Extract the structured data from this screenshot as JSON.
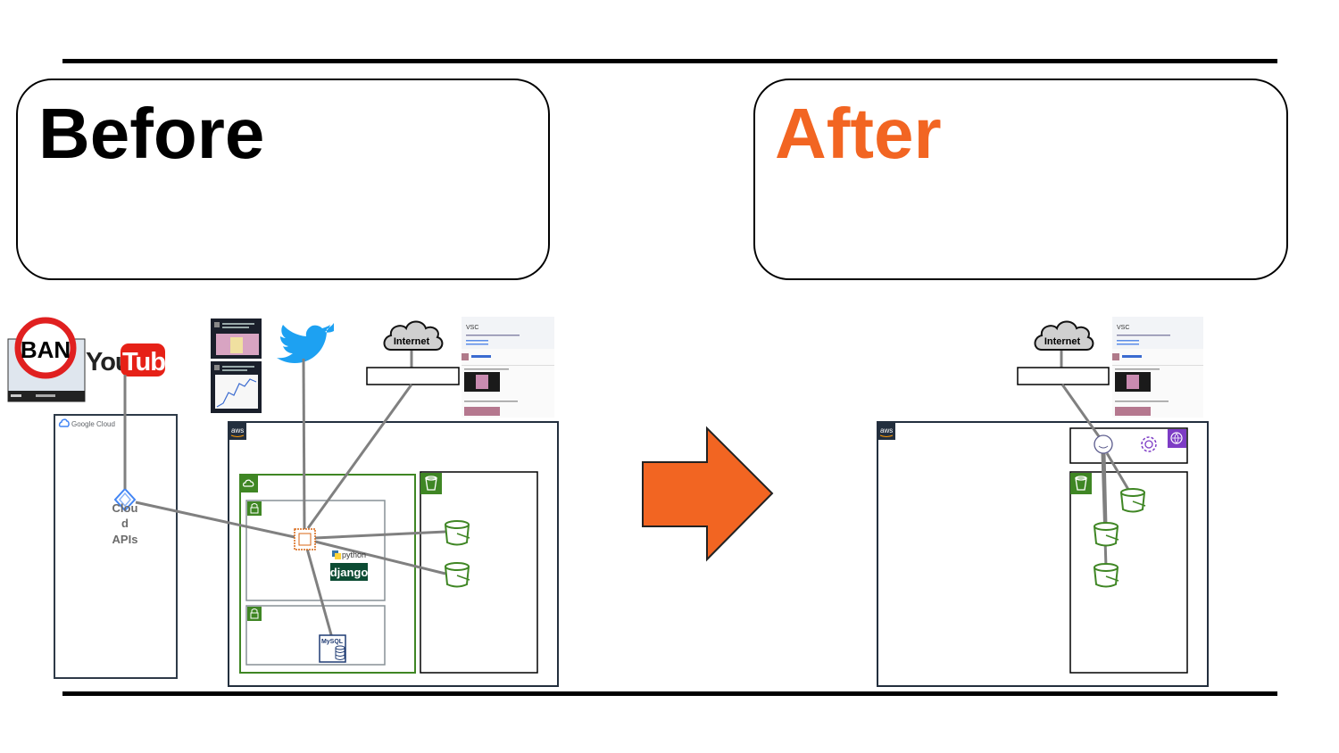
{
  "slide": {
    "before_title": "Before",
    "after_title": "After"
  },
  "labels": {
    "ban": "BAN",
    "youtube_you": "You",
    "youtube_tube": "Tube",
    "google_cloud": "Google Cloud",
    "cloud_apis_l1": "Clou",
    "cloud_apis_l2": "d",
    "cloud_apis_l3": "APIs",
    "aws": "aws",
    "internet": "Internet",
    "vsc": "VSC",
    "python": "python",
    "django": "django",
    "mysql": "MySQL"
  },
  "colors": {
    "after_accent": "#f26522",
    "aws_container": "#232f3e",
    "vpc_green": "#3f8624",
    "connector": "#808080",
    "twitter_blue": "#1da1f2",
    "youtube_red": "#e62117",
    "lambda_purple": "#7d3cc5"
  },
  "icons": [
    "ban-icon",
    "youtube-logo",
    "twitter-icon",
    "internet-cloud-icon",
    "s3-bucket-icon",
    "ec2-instance-icon",
    "mysql-database-icon",
    "cloud-apis-icon",
    "amplify-icon",
    "cloudfront-icon",
    "lambda-gear-icon",
    "right-arrow"
  ]
}
